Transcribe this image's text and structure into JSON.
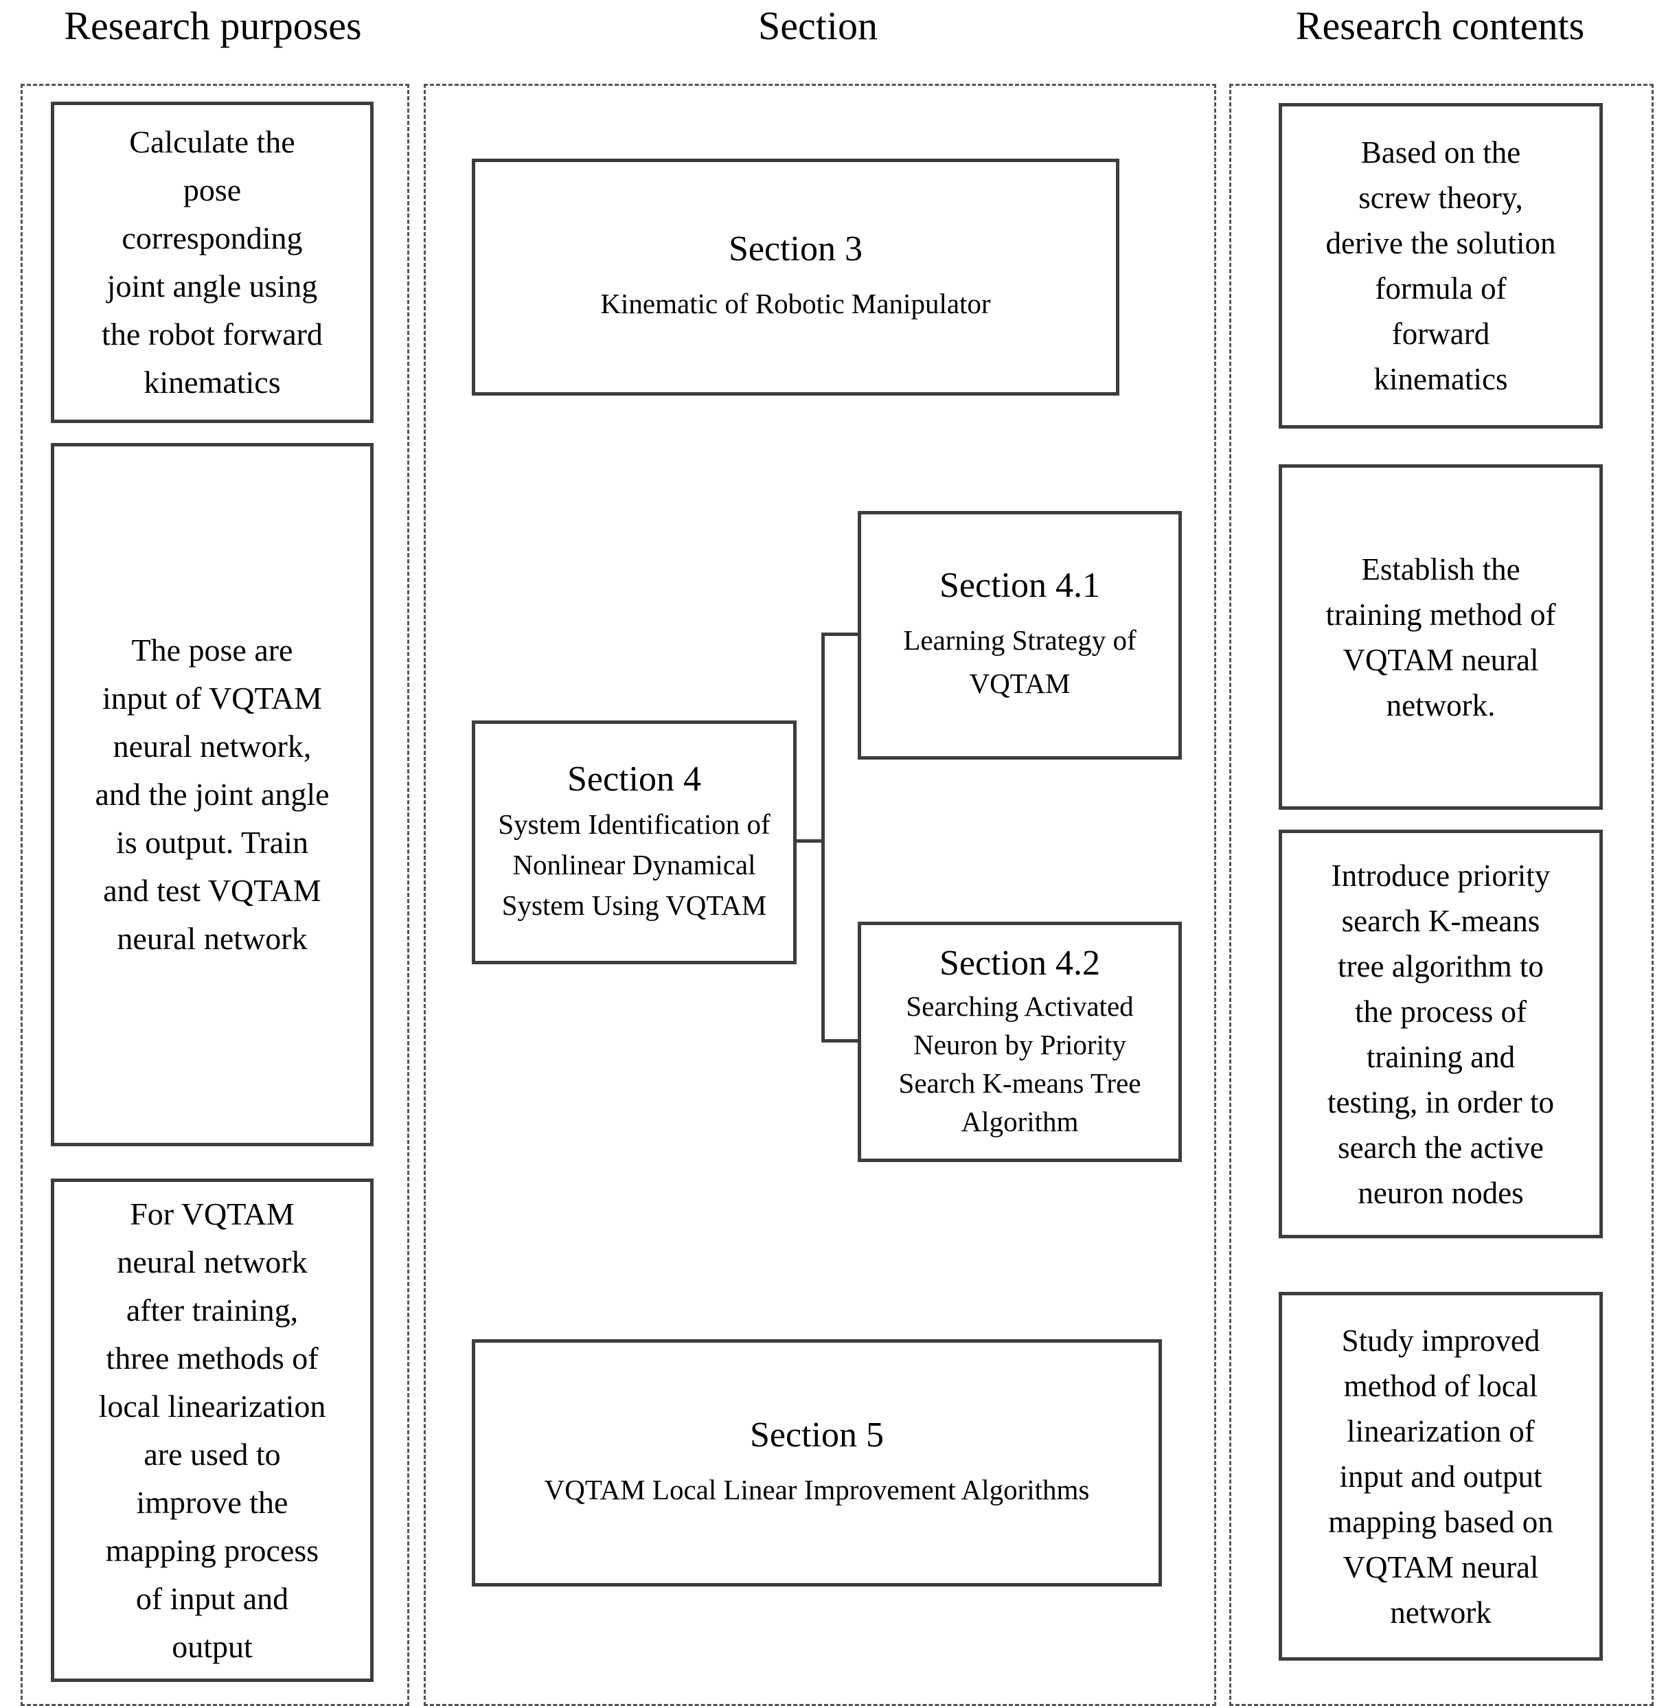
{
  "headers": {
    "purposes": "Research purposes",
    "section": "Section",
    "contents": "Research contents"
  },
  "purposes_boxes": [
    {
      "text": "Calculate the\npose\ncorresponding\njoint angle using\nthe robot forward\nkinematics"
    },
    {
      "text": "The pose  are\ninput of VQTAM\nneural network,\nand the joint angle\nis output. Train\nand test VQTAM\nneural network"
    },
    {
      "text": "For VQTAM\nneural network\nafter training,\nthree methods of\nlocal linearization\nare used to\nimprove the\nmapping process\nof input and\noutput"
    }
  ],
  "sections": {
    "s3": {
      "title": "Section 3",
      "subtitle": "Kinematic of Robotic Manipulator"
    },
    "s4": {
      "title": "Section 4",
      "subtitle": "System Identification of\nNonlinear Dynamical\nSystem Using VQTAM"
    },
    "s41": {
      "title": "Section 4.1",
      "subtitle": "Learning Strategy of\nVQTAM"
    },
    "s42": {
      "title": "Section 4.2",
      "subtitle": "Searching Activated\nNeuron by Priority\nSearch K-means Tree\nAlgorithm"
    },
    "s5": {
      "title": "Section 5",
      "subtitle": "VQTAM Local Linear Improvement Algorithms"
    }
  },
  "contents_boxes": [
    {
      "text": "Based on the\nscrew theory,\nderive the solution\nformula of\nforward\nkinematics"
    },
    {
      "text": "Establish the\ntraining method of\nVQTAM neural\nnetwork."
    },
    {
      "text": "Introduce priority\nsearch K-means\ntree algorithm to\nthe process of\ntraining and\ntesting, in order to\nsearch the active\nneuron nodes"
    },
    {
      "text": "Study improved\nmethod of local\nlinearization of\ninput and output\nmapping based on\nVQTAM neural\nnetwork"
    }
  ],
  "colors": {
    "solid_border": "#3d3d3d",
    "dashed_border": "#555555",
    "text": "#000000",
    "background": "#ffffff"
  }
}
